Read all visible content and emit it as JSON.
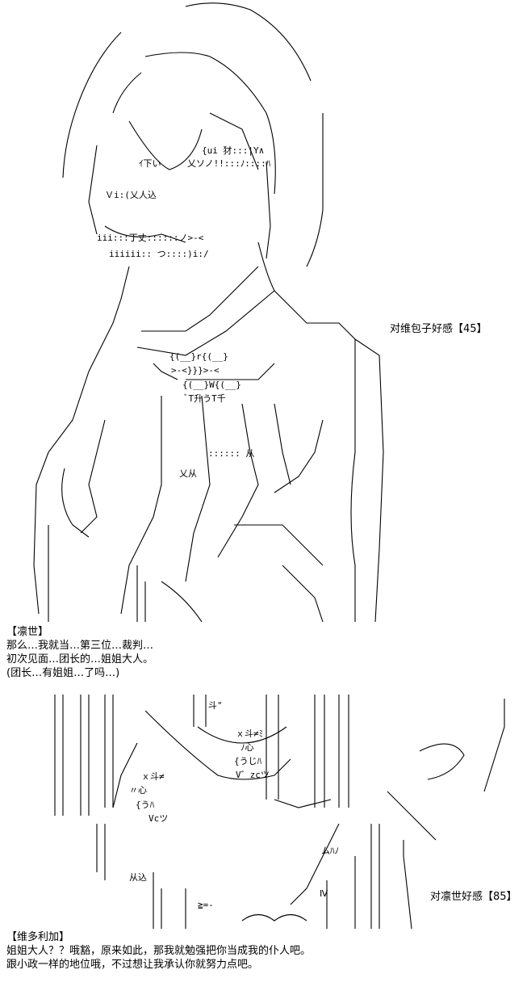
{
  "panel1": {
    "affection_label": "对维包子好感【45】",
    "speaker": "【凛世】",
    "lines": [
      "那么…我就当…第三位…裁判…",
      "初次见面…团长的…姐姐大人。",
      "(团长…有姐姐…了吗…)"
    ]
  },
  "panel2": {
    "affection_label": "对凛世好感【85】",
    "speaker": "【维多利加】",
    "lines": [
      "姐姐大人？？哦豁，原来如此，那我就勉强把你当成我的仆人吧。",
      "跟小政一样的地位哦，不过想让我承认你就努力点吧。"
    ]
  },
  "aa_fragments": [
    "ｲ下い",
    "乂ソ",
    "乂ソノ!!:::ﾉ::::ﾊ",
    "乂人込",
    "丁丈::::::ノ>‐<",
    "ｘ斗≠ﾐ",
    "ﾉ心",
    "V゛zcツ",
    "ｘ斗≠",
    "〃心",
    "Vcツ",
    "ムﾊﾉ",
    "从込"
  ],
  "colors": {
    "ink": "#000000",
    "paper": "#ffffff"
  }
}
